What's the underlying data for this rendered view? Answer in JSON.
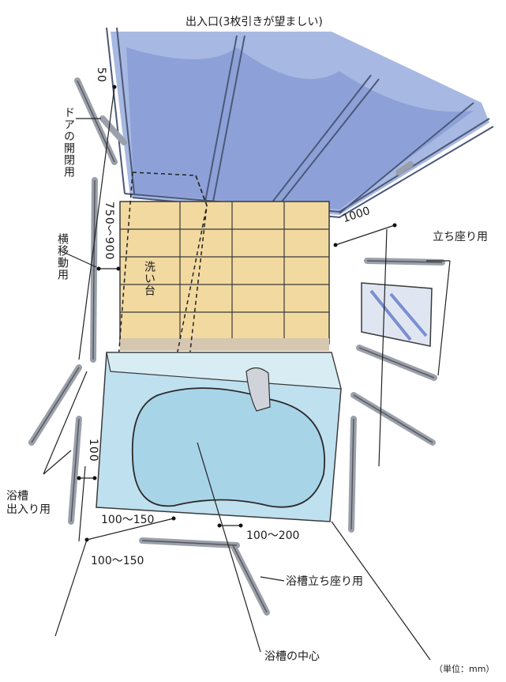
{
  "labels": {
    "entrance": "出入口(3枚引きが望ましい)",
    "door_open_close": "ドアの開閉用",
    "lateral_move": "横移動用",
    "washstand": "洗い台",
    "stand_sit": "立ち座り用",
    "tub_entry": "浴槽\n出入り用",
    "tub_stand_sit": "浴槽立ち座り用",
    "tub_center": "浴槽の中心",
    "unit": "（単位：mm）"
  },
  "dimensions": {
    "d50": "50",
    "d750_900": "750～900",
    "d1000": "1000",
    "d100": "100",
    "d100_150_a": "100～150",
    "d100_150_b": "100～150",
    "d100_200": "100～200"
  },
  "colors": {
    "sky": "#7a8fd0",
    "tile": "#f2d9a0",
    "tub": "#bfe0ef",
    "rail": "#c9ccd2",
    "frame": "#5a6a8a"
  }
}
